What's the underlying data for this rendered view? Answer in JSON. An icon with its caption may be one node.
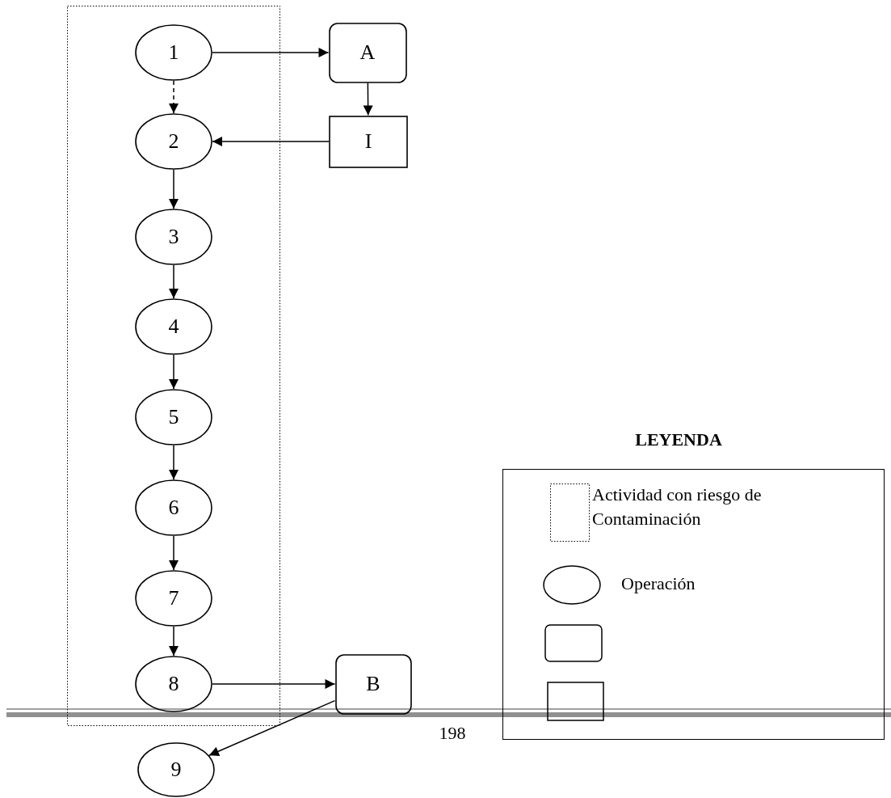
{
  "diagram": {
    "nodes": [
      {
        "text": [],
        "shape": "box"
      },
      {
        "text": [
          "1"
        ],
        "in": 0
      },
      {
        "text": [
          "A"
        ]
      },
      {
        "text": [
          "2"
        ],
        "in": 0
      },
      {
        "text": [
          "I"
        ]
      },
      {
        "text": [
          "3"
        ],
        "in": 0
      },
      {
        "text": [
          "4"
        ],
        "in": 0
      },
      {
        "text": [
          "5"
        ],
        "in": 0
      },
      {
        "text": [
          "6"
        ],
        "in": 0
      },
      {
        "text": [
          "7"
        ],
        "in": 0
      },
      {
        "text": [
          "8"
        ],
        "in": 0
      },
      {
        "text": [
          "B"
        ]
      },
      {
        "text": [
          "9"
        ]
      }
    ],
    "edges": [
      {
        "from": 1,
        "to": 2,
        "arrow": "to"
      },
      {
        "from": 2,
        "to": 4,
        "arrow": "to"
      },
      {
        "from": 1,
        "to": 3,
        "arrow": "to",
        "style": "dashed"
      },
      {
        "from": 4,
        "to": 3,
        "arrow": "to"
      },
      {
        "from": 3,
        "to": 5,
        "arrow": "to"
      },
      {
        "from": 5,
        "to": 6,
        "arrow": "to"
      },
      {
        "from": 6,
        "to": 7,
        "arrow": "to"
      },
      {
        "from": 7,
        "to": 8,
        "arrow": "to"
      },
      {
        "from": 8,
        "to": 9,
        "arrow": "to"
      },
      {
        "from": 9,
        "to": 10,
        "arrow": "to"
      },
      {
        "from": 10,
        "to": 11,
        "arrow": "to"
      },
      {
        "from": 11,
        "to": 12,
        "arrow": "to"
      }
    ],
    "labels": [
      "LEYENDA",
      "198"
    ],
    "legend": [
      {
        "text": "Actividad con riesgo de Contaminación"
      },
      {
        "text": "Operación"
      }
    ]
  }
}
